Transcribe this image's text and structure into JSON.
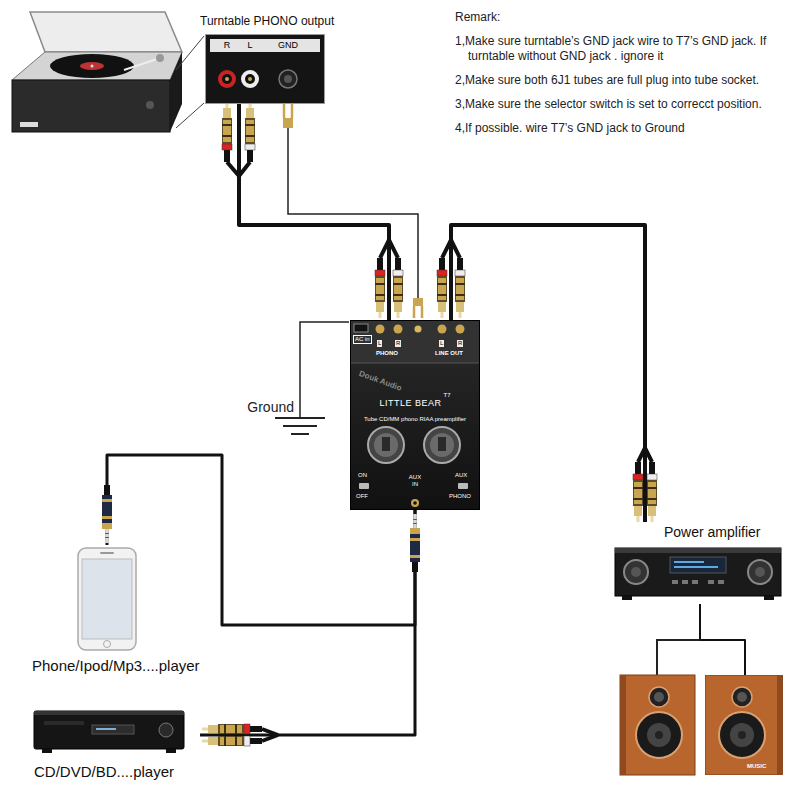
{
  "diagram": {
    "nodes": [
      {
        "text": [
          "Turntable PHONO output",
          "R",
          "L",
          "GND"
        ]
      },
      {
        "text": [
          "AC in",
          "L",
          "R",
          "PHONO",
          "L",
          "R",
          "LINE OUT",
          "Douk Audio",
          "LITTLE BEAR",
          "T7",
          "Tube CD/MM phono RIAA preamplifier",
          "ON",
          "OFF",
          "AUX IN",
          "AUX",
          "PHONO"
        ]
      },
      {
        "text": [
          "Power amplifier"
        ]
      },
      {
        "text": [
          "MUSIC"
        ]
      },
      {
        "text": [
          "Phone/Ipod/Mp3....player"
        ]
      },
      {
        "text": [
          "CD/DVD/BD....player"
        ]
      }
    ],
    "edges": [
      {
        "from": 0,
        "to": 1,
        "arrow": "none"
      },
      {
        "from": 1,
        "to": 2,
        "arrow": "none"
      },
      {
        "from": 2,
        "to": 3,
        "arrow": "none"
      },
      {
        "from": 4,
        "to": 1,
        "arrow": "none"
      },
      {
        "from": 5,
        "to": 1,
        "arrow": "none"
      }
    ],
    "labels": [
      "Remark:",
      "1,Make sure turntable’s GND jack wire to T7’s GND jack. If turntable without GND jack . ignore it",
      "2,Make sure both 6J1 tubes are full plug into tube socket.",
      "3,Make sure the selector switch is set to correcct position.",
      "4,If possible. wire T7’s GND jack to Ground",
      "Ground"
    ]
  }
}
